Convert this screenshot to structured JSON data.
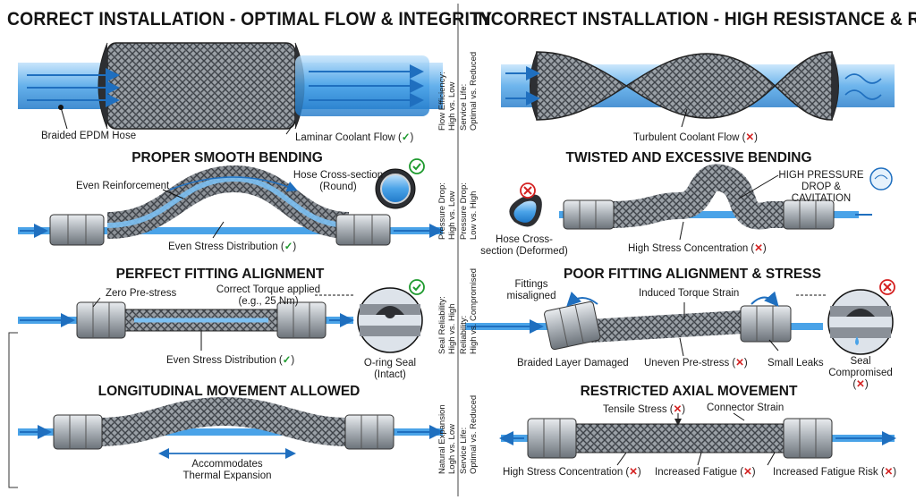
{
  "titles": {
    "left": "CORRECT INSTALLATION - OPTIMAL FLOW & INTEGRITY",
    "right": "INCORRECT INSTALLATION - HIGH RESISTANCE & RISK"
  },
  "left": {
    "hose_label": "Braided EPDM Hose",
    "flow_label": "Laminar Coolant Flow",
    "bending_title": "PROPER SMOOTH BENDING",
    "even_reinforcement": "Even Reinforcement",
    "cross_section": "Hose Cross-section (Round)",
    "even_stress_1": "Even Stress Distribution",
    "alignment_title": "PERFECT FITTING ALIGNMENT",
    "zero_prestress": "Zero Pre-stress",
    "correct_torque": "Correct Torque applied (e.g., 25 Nm)",
    "oring_seal": "O-ring Seal (Intact)",
    "even_stress_2": "Even Stress Distribution",
    "movement_title": "LONGITUDINAL MOVEMENT ALLOWED",
    "thermal": "Accommodates Thermal Expansion"
  },
  "right": {
    "turbulent": "Turbulent Coolant Flow",
    "twisted_title": "TWISTED AND EXCESSIVE BENDING",
    "high_pressure": "HIGH PRESSURE DROP & CAVITATION",
    "deformed": "Hose Cross-section (Deformed)",
    "high_stress_1": "High Stress Concentration",
    "poor_title": "POOR FITTING ALIGNMENT & STRESS",
    "misaligned": "Fittings misaligned",
    "induced_torque": "Induced Torque Strain",
    "braided_damaged": "Braided Layer Damaged",
    "uneven_prestress": "Uneven Pre-stress",
    "small_leaks": "Small Leaks",
    "seal_compromised": "Seal Compromised",
    "restricted_title": "RESTRICTED AXIAL MOVEMENT",
    "tensile": "Tensile Stress",
    "connector_strain": "Connector Strain",
    "high_stress_2": "High Stress Concentration",
    "increased_fatigue": "Increased Fatigue",
    "increased_fatigue_risk": "Increased Fatigue Risk"
  },
  "side": {
    "flow_eff_1": "Flow Efficiency:",
    "flow_eff_2": "High vs. Low",
    "service1_1": "Service Life:",
    "service1_2": "Optimal vs. Reduced",
    "pressure_b_1": "Pressure Drop:",
    "pressure_b_2": "High vs. Low",
    "pressure_d_1": "Pressure Drop:",
    "pressure_d_2": "Low vs. High",
    "seal_rel_1": "Seal Reliability:",
    "seal_rel_2": "High vs. High",
    "reliability_1": "Reliability:",
    "reliability_2": "High vs. Compromised",
    "natural_1": "Natural Expansion",
    "natural_2": "Logh vs. Low",
    "service2_1": "Service Life:",
    "service2_2": "Optimal vs. Reduced"
  },
  "marks": {
    "check": "✓",
    "cross": "✕"
  },
  "colors": {
    "good": "#1e9a2e",
    "bad": "#d42020",
    "water": "#4aa3e8",
    "braid": "#8a8f96"
  }
}
